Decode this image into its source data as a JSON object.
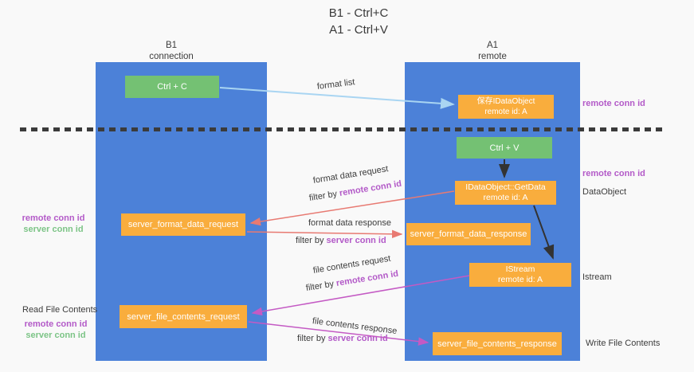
{
  "title": {
    "line1": "B1 - Ctrl+C",
    "line2": "A1 - Ctrl+V"
  },
  "lanes": {
    "left": {
      "name": "B1",
      "role": "connection"
    },
    "right": {
      "name": "A1",
      "role": "remote"
    }
  },
  "boxes": {
    "ctrl_c": "Ctrl + C",
    "ctrl_v": "Ctrl + V",
    "save_idataobject": {
      "line1": "保存IDataObject",
      "line2": "remote id: A"
    },
    "getdata": {
      "line1": "IDataObject::GetData",
      "line2": "remote id: A"
    },
    "istream": {
      "line1": "IStream",
      "line2": "remote id: A"
    },
    "server_format_data_request": "server_format_data_request",
    "server_format_data_response": "server_format_data_response",
    "server_file_contents_request": "server_file_contents_request",
    "server_file_contents_response": "server_file_contents_response"
  },
  "arrow_labels": {
    "format_list": "format list",
    "format_data_request": "format data request",
    "filter_remote_1": {
      "prefix": "filter by ",
      "highlight": "remote conn id"
    },
    "format_data_response": "format data response",
    "filter_server_1": {
      "prefix": "filter by ",
      "highlight": "server conn id"
    },
    "file_contents_request": "file contents request",
    "filter_remote_2": {
      "prefix": "filter by ",
      "highlight": "remote conn id"
    },
    "file_contents_response": "file contents response",
    "filter_server_2": {
      "prefix": "filter by ",
      "highlight": "server conn id"
    }
  },
  "side_labels": {
    "remote_conn_right_top": "remote conn id",
    "remote_conn_right_mid": "remote conn id",
    "dataobject": "DataObject",
    "istream": "Istream",
    "write_file_contents": "Write File Contents",
    "read_file_contents": "Read File Contents",
    "left_mid": {
      "remote": "remote conn id",
      "server": "server conn id"
    },
    "left_bottom": {
      "remote": "remote conn id",
      "server": "server conn id"
    }
  },
  "colors": {
    "lane_blue": "#4c81d8",
    "box_green": "#74c173",
    "box_orange": "#f9ad3d",
    "arrow_light_blue": "#a9d5f2",
    "arrow_black": "#333333",
    "arrow_salmon": "#e87a72",
    "arrow_magenta": "#c45ac4",
    "text_purple": "#b35ac8",
    "text_green": "#7cc486",
    "text_dark": "#3c3c3c",
    "background": "#f9f9f9"
  }
}
